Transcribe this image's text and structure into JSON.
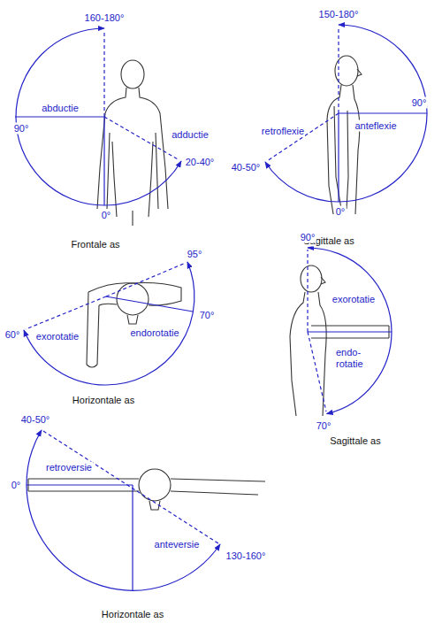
{
  "diagram": {
    "labels": [
      "160-180°",
      "abductie",
      "90°",
      "adductie",
      "20-40°",
      "0°",
      "Frontale as",
      "150-180°",
      "retroflexie",
      "anteflexie",
      "90°",
      "40-50°",
      "0°",
      "Sagittale as",
      "95°",
      "endorotatie",
      "70°",
      "60°",
      "exorotatie",
      "Horizontale as",
      "90°",
      "exorotatie",
      "endo- rotatie",
      "70°",
      "Sagittale as",
      "40-50°",
      "retroversie",
      "0°",
      "anteversie",
      "130-160°",
      "Horizontale as"
    ]
  }
}
